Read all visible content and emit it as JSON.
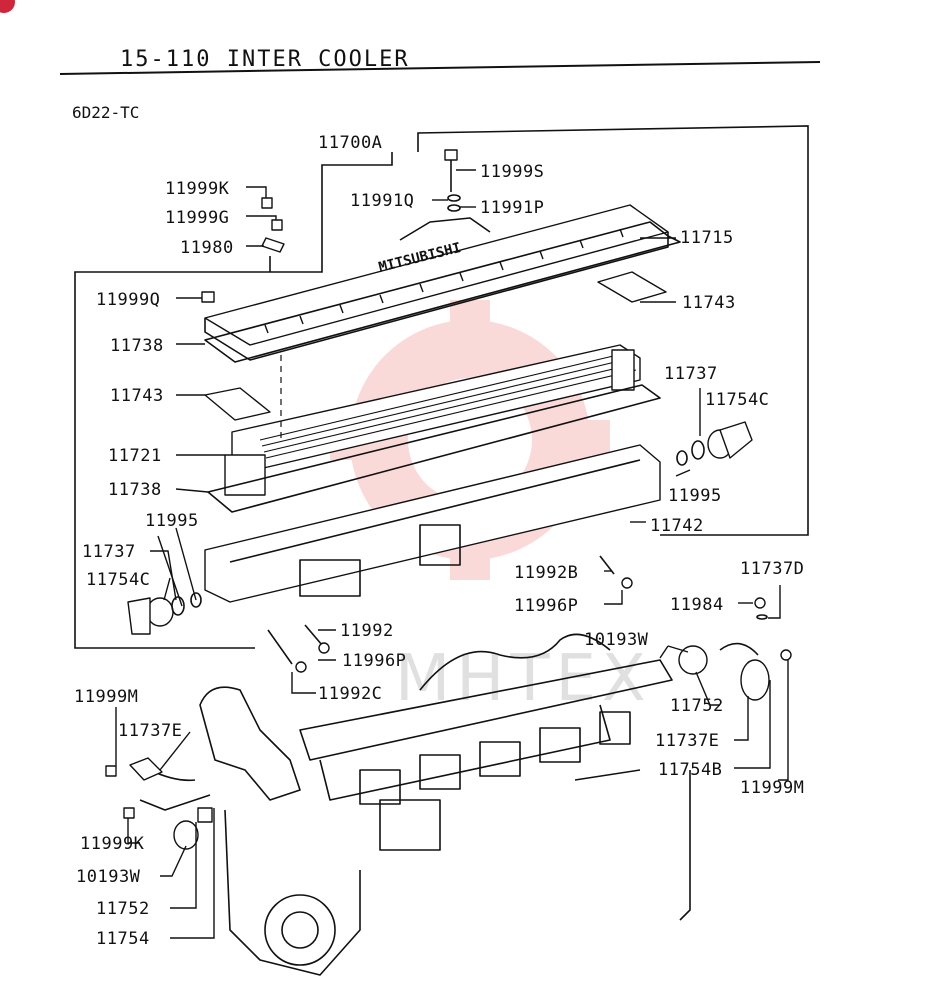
{
  "page": {
    "section_title": "15-110   INTER COOLER",
    "model": "6D22-TC",
    "watermark": "MHTEX"
  },
  "callouts": [
    {
      "id": "c01",
      "text": "11700A"
    },
    {
      "id": "c02",
      "text": "11999S"
    },
    {
      "id": "c03",
      "text": "11999K"
    },
    {
      "id": "c04",
      "text": "11991Q"
    },
    {
      "id": "c05",
      "text": "11991P"
    },
    {
      "id": "c06",
      "text": "11999G"
    },
    {
      "id": "c07",
      "text": "11980"
    },
    {
      "id": "c08",
      "text": "11715"
    },
    {
      "id": "c09",
      "text": "11999Q"
    },
    {
      "id": "c10",
      "text": "11743"
    },
    {
      "id": "c11",
      "text": "11738"
    },
    {
      "id": "c12",
      "text": "11737"
    },
    {
      "id": "c13",
      "text": "11743"
    },
    {
      "id": "c14",
      "text": "11754C"
    },
    {
      "id": "c15",
      "text": "11721"
    },
    {
      "id": "c16",
      "text": "11738"
    },
    {
      "id": "c17",
      "text": "11995"
    },
    {
      "id": "c18",
      "text": "11995"
    },
    {
      "id": "c19",
      "text": "11742"
    },
    {
      "id": "c20",
      "text": "11737"
    },
    {
      "id": "c21",
      "text": "11754C"
    },
    {
      "id": "c22",
      "text": "11992B"
    },
    {
      "id": "c23",
      "text": "11737D"
    },
    {
      "id": "c24",
      "text": "11996P"
    },
    {
      "id": "c25",
      "text": "11984"
    },
    {
      "id": "c26",
      "text": "11992"
    },
    {
      "id": "c27",
      "text": "10193W"
    },
    {
      "id": "c28",
      "text": "11996P"
    },
    {
      "id": "c29",
      "text": "11999M"
    },
    {
      "id": "c30",
      "text": "11992C"
    },
    {
      "id": "c31",
      "text": "11752"
    },
    {
      "id": "c32",
      "text": "11737E"
    },
    {
      "id": "c33",
      "text": "11737E"
    },
    {
      "id": "c34",
      "text": "11754B"
    },
    {
      "id": "c35",
      "text": "11999M"
    },
    {
      "id": "c36",
      "text": "11999K"
    },
    {
      "id": "c37",
      "text": "10193W"
    },
    {
      "id": "c38",
      "text": "11752"
    },
    {
      "id": "c39",
      "text": "11754"
    }
  ]
}
